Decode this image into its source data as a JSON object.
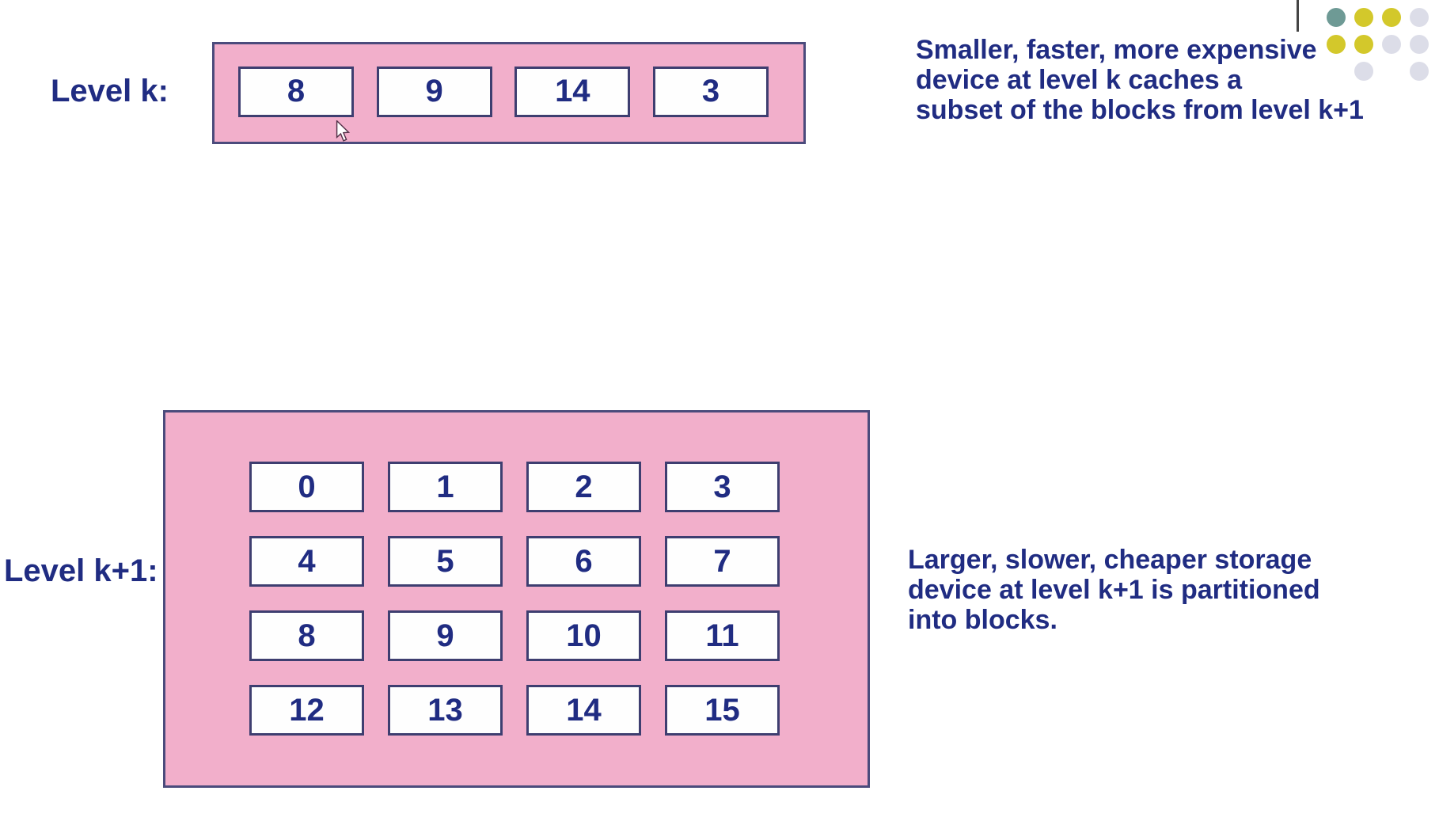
{
  "colors": {
    "background": "#ffffff",
    "navy_text": "#202c82",
    "pink_fill": "#f2afcb",
    "outer_border": "#4b4b7c",
    "block_border": "#3e3e70",
    "block_fill": "#fefefe",
    "dot_teal": "#6e9a95",
    "dot_yellow": "#d3c82b",
    "dot_gray": "#dcdde8",
    "divider_line": "#454545"
  },
  "level_k": {
    "label": "Level k:",
    "blocks": [
      "8",
      "9",
      "14",
      "3"
    ]
  },
  "level_k_plus_1": {
    "label": "Level k+1:",
    "blocks": [
      "0",
      "1",
      "2",
      "3",
      "4",
      "5",
      "6",
      "7",
      "8",
      "9",
      "10",
      "11",
      "12",
      "13",
      "14",
      "15"
    ]
  },
  "annotations": {
    "upper": {
      "lines": [
        "Smaller, faster, more expensive",
        "device at level k caches a",
        "subset of the blocks from level k+1"
      ]
    },
    "lower": {
      "lines": [
        "Larger, slower, cheaper storage",
        "device at level k+1 is partitioned",
        "into blocks."
      ]
    }
  },
  "decoration": {
    "dots_grid": [
      {
        "col": 3,
        "row": -1,
        "color": "yellow"
      },
      {
        "col": 1,
        "row": 0,
        "color": "teal"
      },
      {
        "col": 2,
        "row": 0,
        "color": "yellow"
      },
      {
        "col": 3,
        "row": 0,
        "color": "yellow"
      },
      {
        "col": 4,
        "row": 0,
        "color": "gray"
      },
      {
        "col": 1,
        "row": 1,
        "color": "yellow"
      },
      {
        "col": 2,
        "row": 1,
        "color": "yellow"
      },
      {
        "col": 3,
        "row": 1,
        "color": "gray"
      },
      {
        "col": 4,
        "row": 1,
        "color": "gray"
      },
      {
        "col": 2,
        "row": 2,
        "color": "gray"
      },
      {
        "col": 4,
        "row": 2,
        "color": "gray"
      }
    ]
  }
}
